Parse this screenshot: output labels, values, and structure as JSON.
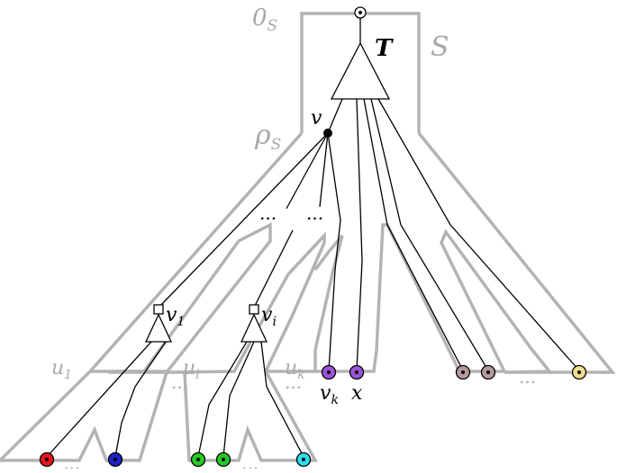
{
  "labels": {
    "o_s": "0",
    "o_s_sub": "S",
    "s": "S",
    "t": "T",
    "rho": "ρ",
    "rho_sub": "S",
    "v": "v",
    "v1": "v",
    "v1_sub": "1",
    "vi": "v",
    "vi_sub": "i",
    "u1": "u",
    "u1_sub": "1",
    "ui": "u",
    "ui_sub": "i",
    "uk": "u",
    "uk_sub": "k",
    "vk": "v",
    "vk_sub": "k",
    "x": "x",
    "ellipsis": "..."
  },
  "colors": {
    "shadow": "#b3b3b3",
    "line": "#000000",
    "red": "#e8141c",
    "blue": "#1a22c8",
    "green": "#28c828",
    "cyan": "#2fdcee",
    "purple": "#9a52d8",
    "brown": "#b49a9a",
    "tan": "#f0dc90"
  },
  "leaves": [
    {
      "name": "leaf-red",
      "color": "red"
    },
    {
      "name": "leaf-blue",
      "color": "blue"
    },
    {
      "name": "leaf-green-1",
      "color": "green"
    },
    {
      "name": "leaf-green-2",
      "color": "green"
    },
    {
      "name": "leaf-cyan",
      "color": "cyan"
    },
    {
      "name": "leaf-vk",
      "color": "purple"
    },
    {
      "name": "leaf-x",
      "color": "purple"
    },
    {
      "name": "leaf-brown-1",
      "color": "brown"
    },
    {
      "name": "leaf-brown-2",
      "color": "brown"
    },
    {
      "name": "leaf-tan",
      "color": "tan"
    }
  ]
}
